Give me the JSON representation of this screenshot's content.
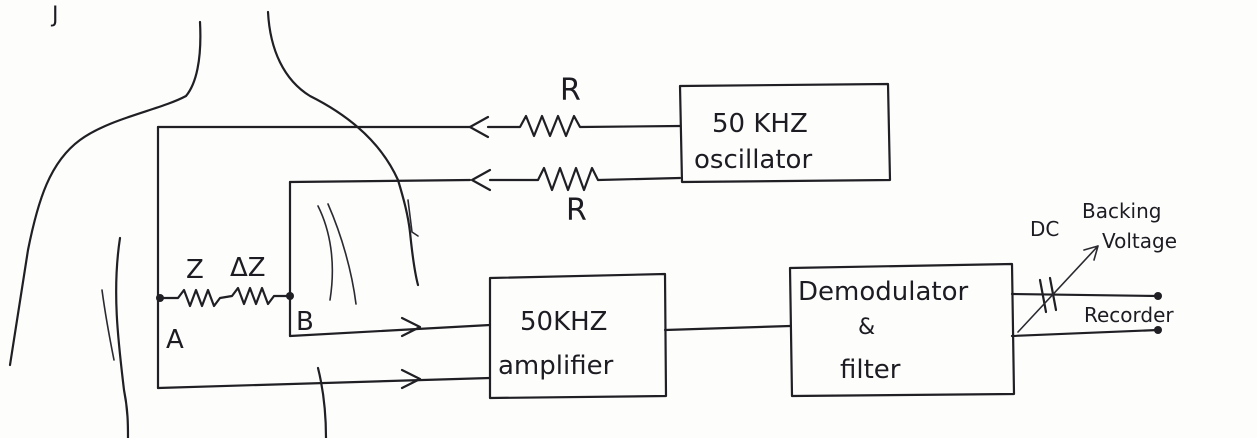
{
  "diagram": {
    "oscillator": {
      "line1": "50 KHZ",
      "line2": "oscillator"
    },
    "amplifier": {
      "line1": "50KHZ",
      "line2": "amplifier"
    },
    "demodulator": {
      "line1": "Demodulator",
      "line2": "&",
      "line3": "filter"
    },
    "resistor_top_label": "R",
    "resistor_bottom_label": "R",
    "impedance_label": "Z",
    "delta_impedance_label": "ΔZ",
    "point_a": "A",
    "point_b": "B",
    "dc_backing_line1": "DC",
    "dc_backing_line2": "Backing",
    "dc_backing_line3": "Voltage",
    "recorder_label": "Recorder",
    "corner_mark": "J"
  }
}
